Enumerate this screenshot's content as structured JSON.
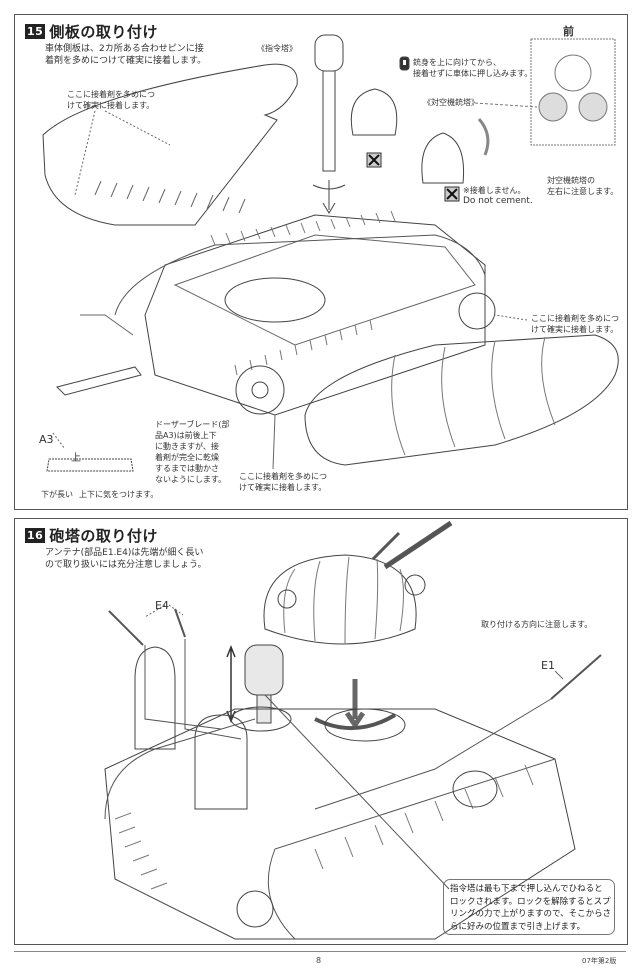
{
  "page": {
    "page_number": "8",
    "edition": "07年第2版"
  },
  "step15": {
    "number": "15",
    "title": "側板の取り付け",
    "intro": "車体側板は、2カ所ある合わせピンに接\n着剤を多めにつけて確実に接着します。",
    "note_glue_topleft": "ここに接着剤を多めにつ\nけて確実に接着します。",
    "label_command_tower": "《指令塔》",
    "note_gun_up": "銃身を上に向けてから、\n接着せずに車体に押し込みます。",
    "label_aa_turret": "《対空機銃塔》",
    "label_front": "前",
    "note_aa_lr": "対空機銃塔の\n左右に注意します。",
    "note_no_cement_jp": "※接着しません。",
    "note_no_cement_en": "Do not cement.",
    "note_glue_right": "ここに接着剤を多めにつ\nけて確実に接着します。",
    "note_glue_bottom": "ここに接着剤を多めにつ\nけて確実に接着します。",
    "part_a3": "A3",
    "label_top": "上",
    "label_bottom_long": "下が長い",
    "note_updown": "上下に気をつけます。",
    "note_dozer": "ドーザーブレード(部\n品A3)は前後上下\nに動きますが、接\n着剤が完全に乾燥\nするまでは動かさ\nないようにします。"
  },
  "step16": {
    "number": "16",
    "title": "砲塔の取り付け",
    "intro": "アンテナ(部品E1.E4)は先端が細く長い\nので取り扱いには充分注意しましょう。",
    "part_e4": "E4",
    "part_e1": "E1",
    "note_direction": "取り付ける方向に注意します。",
    "callout": "指令塔は最も下まで押し込んでひねると\nロックされます。ロックを解除するとスプ\nリングの力で上がりますので、そこからさ\nらに好みの位置まで引き上げます。"
  },
  "icons": {
    "no_cement": "x-box-icon",
    "info": "exclamation-icon"
  }
}
